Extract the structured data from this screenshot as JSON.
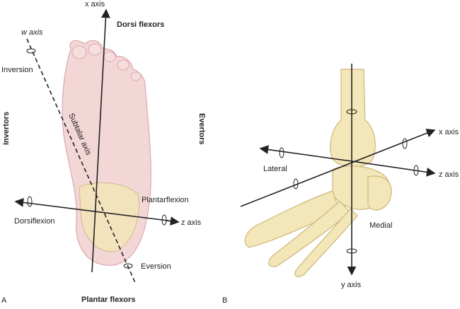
{
  "panel_a": {
    "letter": "A",
    "x_axis": "x axis",
    "w_axis": "w axis",
    "z_axis": "z axis",
    "subtalar_axis": "Subtalar axis",
    "dorsi_flexors": "Dorsi flexors",
    "plantar_flexors": "Plantar flexors",
    "invertors": "Invertors",
    "evertors": "Evertors",
    "inversion": "Inversion",
    "eversion": "Eversion",
    "plantarflexion": "Plantarflexion",
    "dorsiflexion": "Dorsiflexion"
  },
  "panel_b": {
    "letter": "B",
    "x_axis": "x axis",
    "y_axis": "y axis",
    "z_axis": "z axis",
    "lateral": "Lateral",
    "medial": "Medial"
  },
  "colors": {
    "skin": "#f3d6d6",
    "skin_edge": "#d9a9ad",
    "bone": "#f3e6b8",
    "bone_edge": "#cdb77a"
  }
}
